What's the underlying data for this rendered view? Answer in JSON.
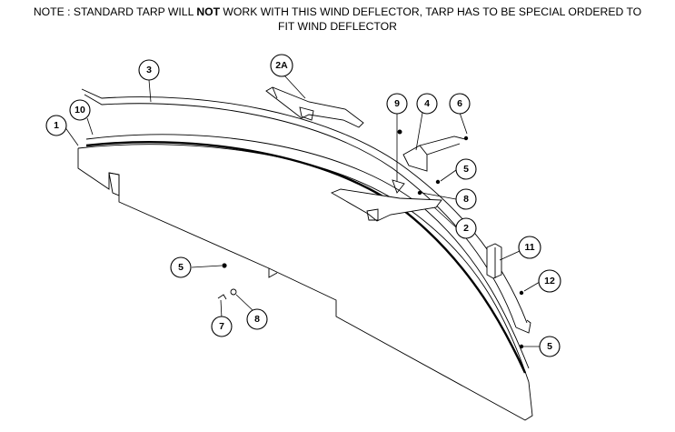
{
  "note": {
    "prefix": "NOTE : STANDARD TARP WILL ",
    "emphasis": "NOT",
    "suffix": " WORK WITH THIS WIND DEFLECTOR, TARP HAS TO BE SPECIAL ORDERED TO",
    "line2": "FIT WIND DEFLECTOR"
  },
  "callouts": [
    {
      "id": "c1",
      "label": "1"
    },
    {
      "id": "c10",
      "label": "10"
    },
    {
      "id": "c3",
      "label": "3"
    },
    {
      "id": "c2a",
      "label": "2A"
    },
    {
      "id": "c9",
      "label": "9"
    },
    {
      "id": "c4",
      "label": "4"
    },
    {
      "id": "c6",
      "label": "6"
    },
    {
      "id": "c5a",
      "label": "5"
    },
    {
      "id": "c8a",
      "label": "8"
    },
    {
      "id": "c2",
      "label": "2"
    },
    {
      "id": "c11",
      "label": "11"
    },
    {
      "id": "c12",
      "label": "12"
    },
    {
      "id": "c5b",
      "label": "5"
    },
    {
      "id": "c5c",
      "label": "5"
    },
    {
      "id": "c7",
      "label": "7"
    },
    {
      "id": "c8b",
      "label": "8"
    }
  ]
}
